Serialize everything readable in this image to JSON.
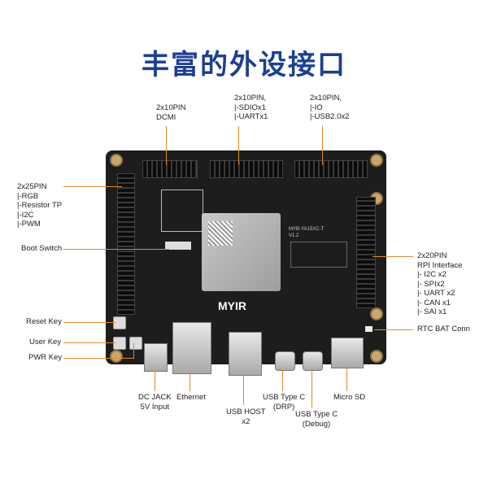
{
  "title": "丰富的外设接口",
  "board": {
    "brand": "MYIR",
    "model": "MYB-YA15XC-T",
    "version": "V1.2"
  },
  "labels": {
    "j12": "2x10PIN\nDCMI",
    "j19": "2x10PIN,\n|-SDIOx1\n|-UARTx1",
    "j17": "2x10PIN,\n|-IO\n|-USB2.0x2",
    "j14": "2x25PIN\n|-RGB\n|-Resistor TP\n|-I2C\n|-PWM",
    "boot": "Boot Switch",
    "rpi": "2x20PIN\nRPI Interface\n|- I2C x2\n|- SPIx2\n|- UART x2\n|- CAN x1\n|- SAI x1",
    "rtc": "RTC BAT Conn",
    "reset": "Reset Key",
    "user": "User Key",
    "pwr": "PWR Key",
    "dc": "DC JACK\n5V Input",
    "eth": "Ethernet",
    "usbhost": "USB HOST\nx2",
    "usbc_drp": "USB Type C\n(DRP)",
    "usbc_dbg": "USB Type C\n(Debug)",
    "sd": "Micro SD"
  }
}
